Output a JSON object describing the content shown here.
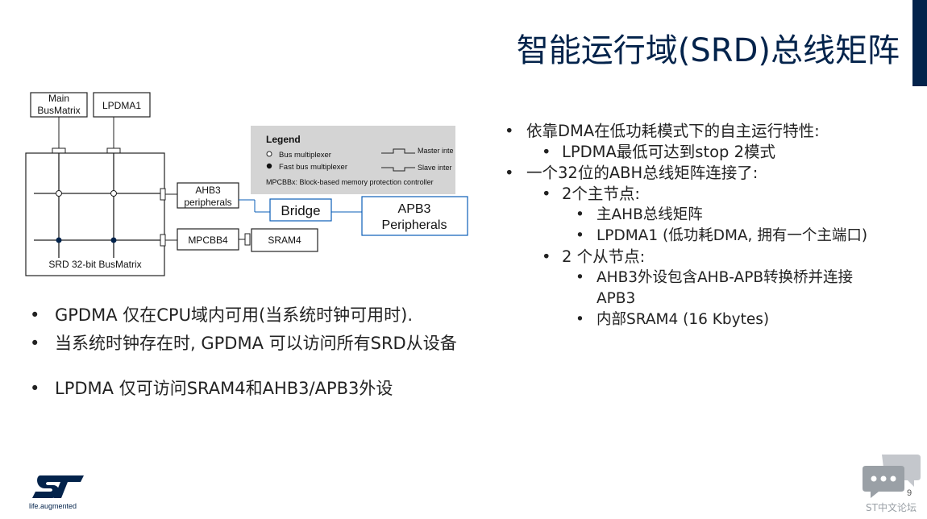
{
  "slide": {
    "title": "智能运行域(SRD)总线矩阵",
    "page_number": "9",
    "accent_color": "#03234b"
  },
  "diagram": {
    "main_busmatrix_line1": "Main",
    "main_busmatrix_line2": "BusMatrix",
    "lpdma1": "LPDMA1",
    "ahb3_line1": "AHB3",
    "ahb3_line2": "peripherals",
    "bridge": "Bridge",
    "apb3_line1": "APB3",
    "apb3_line2": "Peripherals",
    "mpcbb4": "MPCBB4",
    "sram4": "SRAM4",
    "srd_busmatrix": "SRD 32-bit BusMatrix",
    "legend": {
      "title": "Legend",
      "bus_multiplexer": "Bus multiplexer",
      "fast_bus_multiplexer": "Fast bus multiplexer",
      "master_interface": "Master inte",
      "slave_interface": "Slave inter",
      "mpcbbx": "MPCBBx: Block-based memory protection controller"
    }
  },
  "right_bullets": [
    {
      "level": 1,
      "text": "依靠DMA在低功耗模式下的自主运行特性:"
    },
    {
      "level": 2,
      "text": "LPDMA最低可达到stop 2模式"
    },
    {
      "level": 1,
      "text": "一个32位的ABH总线矩阵连接了:"
    },
    {
      "level": 2,
      "text": "2个主节点:"
    },
    {
      "level": 3,
      "text": "主AHB总线矩阵"
    },
    {
      "level": 3,
      "text": "LPDMA1 (低功耗DMA, 拥有一个主端口)"
    },
    {
      "level": 2,
      "text": "2 个从节点:"
    },
    {
      "level": 3,
      "text": "AHB3外设包含AHB-APB转换桥并连接"
    },
    {
      "level": "cont",
      "text": "APB3"
    },
    {
      "level": 3,
      "text": "内部SRAM4 (16 Kbytes)"
    }
  ],
  "left_bullets": [
    "GPDMA 仅在CPU域内可用(当系统时钟可用时).",
    "当系统时钟存在时, GPDMA 可以访问所有SRD从设备",
    "LPDMA 仅可访问SRAM4和AHB3/APB3外设"
  ],
  "footer": {
    "logo_icon": "st-logo-icon",
    "tagline": "life.augmented",
    "watermark": "ST中文论坛",
    "watermark_icon": "chat-bubble-icon"
  }
}
